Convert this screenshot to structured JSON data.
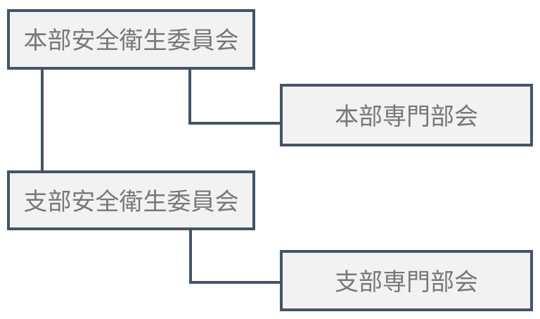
{
  "diagram": {
    "type": "org-chart",
    "colors": {
      "background": "#ffffff",
      "box_border": "#44546a",
      "box_fill": "#f2f2f2",
      "text": "#787878",
      "connector": "#44546a"
    },
    "nodes": [
      {
        "id": "hq-committee",
        "label": "本部安全衛生委員会"
      },
      {
        "id": "hq-subcommittee",
        "label": "本部専門部会"
      },
      {
        "id": "branch-committee",
        "label": "支部安全衛生委員会"
      },
      {
        "id": "branch-subcommittee",
        "label": "支部専門部会"
      }
    ],
    "edges": [
      {
        "from": "hq-committee",
        "to": "branch-committee",
        "shape": "straight-vertical"
      },
      {
        "from": "hq-committee",
        "to": "hq-subcommittee",
        "shape": "elbow-down-right"
      },
      {
        "from": "branch-committee",
        "to": "branch-subcommittee",
        "shape": "elbow-down-right"
      }
    ]
  }
}
